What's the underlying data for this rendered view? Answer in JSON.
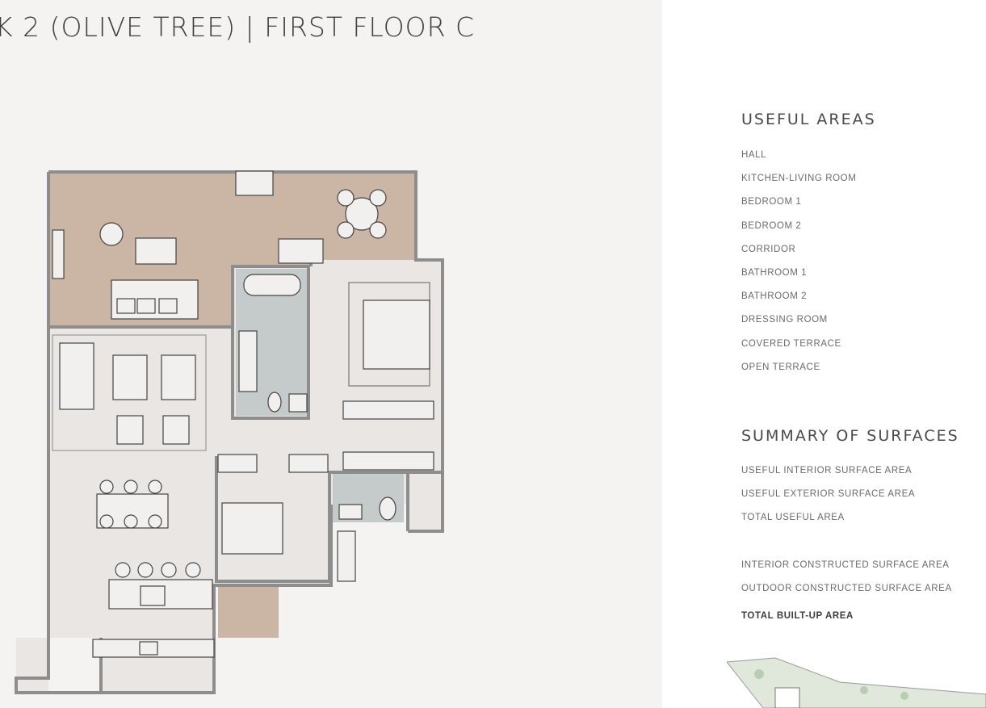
{
  "header": {
    "title": "K 2 (OLIVE TREE)  |  FIRST FLOOR C"
  },
  "useful_areas": {
    "title": "USEFUL AREAS",
    "items": [
      "HALL",
      "KITCHEN-LIVING ROOM",
      "BEDROOM 1",
      "BEDROOM 2",
      "CORRIDOR",
      "BATHROOM 1",
      "BATHROOM 2",
      "DRESSING ROOM",
      "COVERED TERRACE",
      "OPEN TERRACE"
    ]
  },
  "summary": {
    "title": "SUMMARY OF SURFACES",
    "group1": [
      "USEFUL INTERIOR SURFACE AREA",
      "USEFUL EXTERIOR SURFACE AREA",
      "TOTAL USEFUL AREA"
    ],
    "group2": [
      "INTERIOR CONSTRUCTED SURFACE AREA",
      "OUTDOOR CONSTRUCTED SURFACE AREA"
    ],
    "total": "TOTAL BUILT-UP AREA"
  },
  "colors": {
    "page_bg": "#f5f3f1",
    "wall": "#8d8d8d",
    "terrace": "#cbb5a4",
    "bath": "#c5cbcb",
    "floor": "#e9e6e3"
  }
}
